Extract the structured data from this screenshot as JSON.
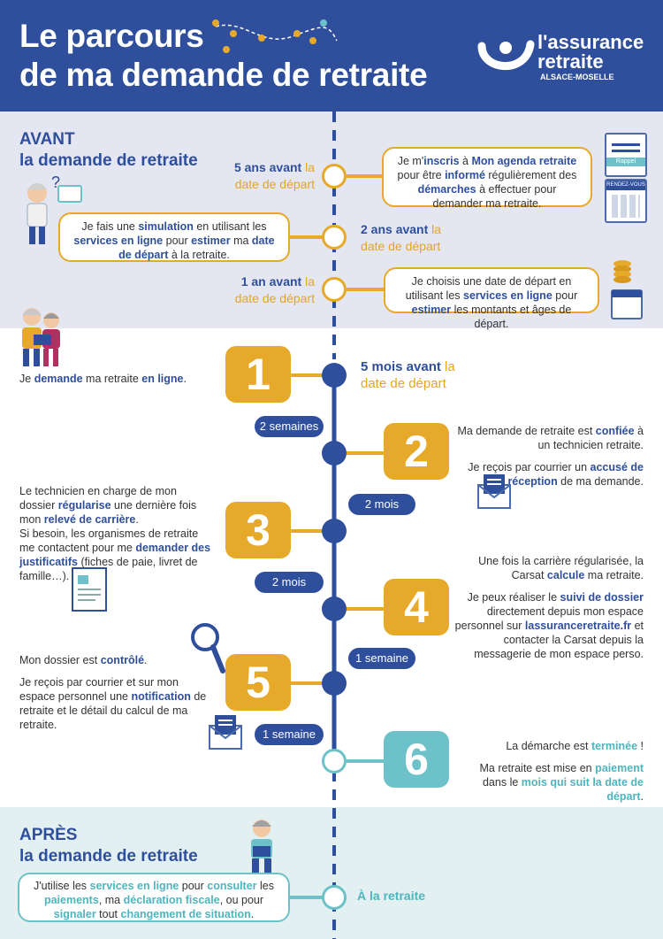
{
  "header": {
    "title_line1": "Le parcours",
    "title_line2": "de ma demande de retraite",
    "logo_line1": "l'assurance",
    "logo_line2": "retraite",
    "logo_sub": "ALSACE-MOSELLE"
  },
  "avant": {
    "title_line1": "AVANT",
    "title_line2": "la demande de retraite",
    "steps": [
      {
        "when_bold": "5 ans avant",
        "when_rest1": " la",
        "when_rest2": "date de départ",
        "t1": "Je m'",
        "h1": "inscris",
        "t2": " à ",
        "h2": "Mon agenda retraite",
        "t3": " pour être ",
        "h3": "informé",
        "t4": " régulièrement des ",
        "h4": "démarches",
        "t5": " à effectuer pour demander ma retraite."
      },
      {
        "when_bold": "2 ans avant",
        "when_rest1": " la",
        "when_rest2": "date de départ",
        "t1": "Je fais une ",
        "h1": "simulation",
        "t2": " en utilisant les ",
        "h2": "services en ligne",
        "t3": " pour ",
        "h3": "estimer",
        "t4": " ma ",
        "h4": "date de départ",
        "t5": " à la retraite."
      },
      {
        "when_bold": "1 an avant",
        "when_rest1": " la",
        "when_rest2": "date de départ",
        "t1": "Je choisis une date de départ en utilisant les ",
        "h1": "services en ligne",
        "t2": " pour ",
        "h2": "estimer",
        "t3": " les montants et âges de départ."
      }
    ],
    "rappel_label": "Rappel",
    "rdv_label": "RENDEZ-VOUS"
  },
  "pendant": {
    "intro_t1": "Je ",
    "intro_h1": "demande",
    "intro_t2": " ma retraite ",
    "intro_h2": "en ligne",
    "intro_t3": ".",
    "first_when_bold": "5 mois avant",
    "first_when_rest1": " la",
    "first_when_rest2": "date de départ",
    "numbers": [
      "1",
      "2",
      "3",
      "4",
      "5",
      "6"
    ],
    "durations": [
      "2 semaines",
      "2 mois",
      "2 mois",
      "1 semaine",
      "1 semaine"
    ],
    "step2": {
      "p1_t1": "Ma demande de retraite est ",
      "p1_h1": "confiée",
      "p1_t2": " à un technicien retraite.",
      "p2_t1": "Je reçois par courrier un ",
      "p2_h1": "accusé de réception",
      "p2_t2": " de ma demande."
    },
    "step3": {
      "p1_t1": "Le technicien en charge de mon dossier ",
      "p1_h1": "régularise",
      "p1_t2": " une dernière fois mon ",
      "p1_h2": "relevé de carrière",
      "p1_t3": ".",
      "p2_t1": "Si besoin, les organismes de retraite me contactent pour me ",
      "p2_h1": "demander des justificatifs",
      "p2_t2": " (fiches de paie, livret de famille…)."
    },
    "step4": {
      "p1_t1": "Une fois la carrière régularisée, la Carsat ",
      "p1_h1": "calcule",
      "p1_t2": " ma retraite.",
      "p2_t1": "Je peux réaliser le ",
      "p2_h1": "suivi de dossier",
      "p2_t2": " directement depuis mon espace personnel sur ",
      "p2_h2": "lassuranceretraite.fr",
      "p2_t3": " et contacter la Carsat depuis la messagerie de mon espace perso."
    },
    "step5": {
      "p1_t1": "Mon dossier est ",
      "p1_h1": "contrôlé",
      "p1_t2": ".",
      "p2_t1": "Je reçois par courrier et sur mon espace personnel une ",
      "p2_h1": "notification",
      "p2_t2": " de retraite et le détail du calcul de ma retraite."
    },
    "step6": {
      "p1_t1": "La démarche est ",
      "p1_h1": "terminée",
      "p1_t2": " !",
      "p2_t1": "Ma retraite est mise en ",
      "p2_h1": "paiement",
      "p2_t2": " dans le ",
      "p2_h2": "mois qui suit la date de départ",
      "p2_t3": "."
    }
  },
  "apres": {
    "title_line1": "APRÈS",
    "title_line2": "la demande de retraite",
    "when": "À la retraite",
    "t1": "J'utilise les ",
    "h1": "services en ligne",
    "t2": " pour ",
    "h2": "consulter",
    "t3": " les ",
    "h3": "paiements",
    "t4": ", ma ",
    "h4": "déclaration fiscale",
    "t5": ", ou pour ",
    "h5": "signaler",
    "t6": " tout ",
    "h6": "changement de situation",
    "t7": "."
  },
  "colors": {
    "blue": "#2f4f9c",
    "gold": "#e7a92a",
    "teal": "#6cc2c8",
    "avant_bg": "#e4e6f1",
    "apres_bg": "#e3f0f1"
  }
}
